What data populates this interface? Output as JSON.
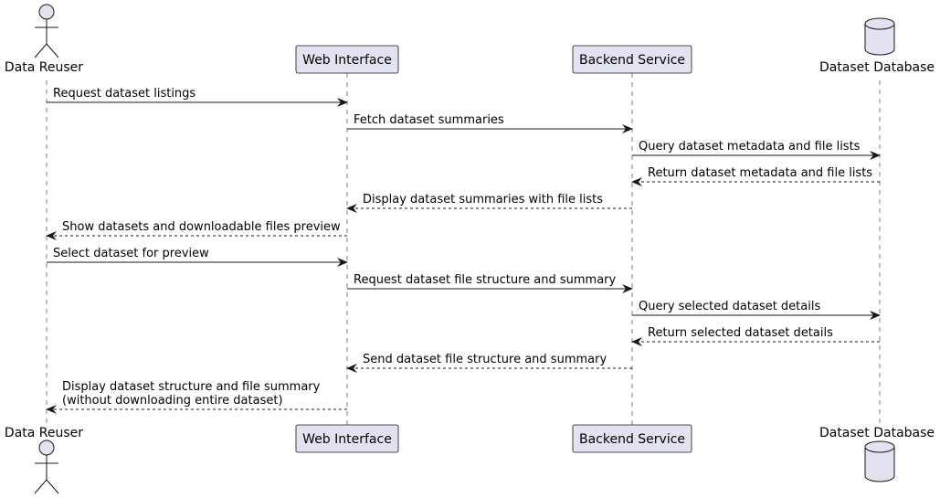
{
  "participants": {
    "reuser": {
      "name": "Data Reuser",
      "kind": "actor"
    },
    "web": {
      "name": "Web Interface",
      "kind": "participant"
    },
    "backend": {
      "name": "Backend Service",
      "kind": "participant"
    },
    "db": {
      "name": "Dataset Database",
      "kind": "database"
    }
  },
  "messages": [
    {
      "from": "reuser",
      "to": "web",
      "style": "solid",
      "lines": [
        "Request dataset listings"
      ]
    },
    {
      "from": "web",
      "to": "backend",
      "style": "solid",
      "lines": [
        "Fetch dataset summaries"
      ]
    },
    {
      "from": "backend",
      "to": "db",
      "style": "solid",
      "lines": [
        "Query dataset metadata and file lists"
      ]
    },
    {
      "from": "db",
      "to": "backend",
      "style": "dashed",
      "lines": [
        "Return dataset metadata and file lists"
      ]
    },
    {
      "from": "backend",
      "to": "web",
      "style": "dashed",
      "lines": [
        "Display dataset summaries with file lists"
      ]
    },
    {
      "from": "web",
      "to": "reuser",
      "style": "dashed",
      "lines": [
        "Show datasets and downloadable files preview"
      ]
    },
    {
      "from": "reuser",
      "to": "web",
      "style": "solid",
      "lines": [
        "Select dataset for preview"
      ]
    },
    {
      "from": "web",
      "to": "backend",
      "style": "solid",
      "lines": [
        "Request dataset file structure and summary"
      ]
    },
    {
      "from": "backend",
      "to": "db",
      "style": "solid",
      "lines": [
        "Query selected dataset details"
      ]
    },
    {
      "from": "db",
      "to": "backend",
      "style": "dashed",
      "lines": [
        "Return selected dataset details"
      ]
    },
    {
      "from": "backend",
      "to": "web",
      "style": "dashed",
      "lines": [
        "Send dataset file structure and summary"
      ]
    },
    {
      "from": "web",
      "to": "reuser",
      "style": "dashed",
      "lines": [
        "Display dataset structure and file summary",
        "(without downloading entire dataset)"
      ]
    }
  ],
  "colors": {
    "box_fill": "#e2e2f0",
    "box_stroke": "#181818",
    "line": "#181818",
    "lifeline": "#7f7f7f"
  }
}
